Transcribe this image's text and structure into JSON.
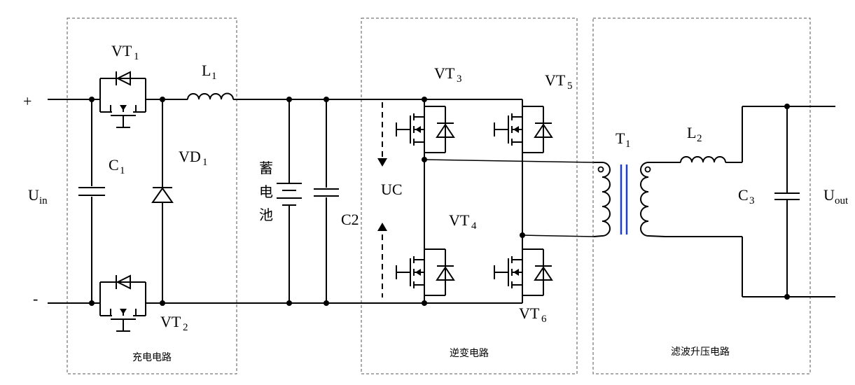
{
  "labels": {
    "plus": "+",
    "minus": "-",
    "uin_main": "U",
    "uin_sub": "in",
    "c1_main": "C",
    "c1_sub": "1",
    "vt1_main": "VT",
    "vt1_sub": "1",
    "vt2_main": "VT",
    "vt2_sub": "2",
    "l1_main": "L",
    "l1_sub": "1",
    "vd1_main": "VD",
    "vd1_sub": "1",
    "battery_1": "蓄",
    "battery_2": "电",
    "battery_3": "池",
    "c2": "C2",
    "uc": "UC",
    "vt3_main": "VT",
    "vt3_sub": "3",
    "vt4_main": "VT",
    "vt4_sub": "4",
    "vt5_main": "VT",
    "vt5_sub": "5",
    "vt6_main": "VT",
    "vt6_sub": "6",
    "t1_main": "T",
    "t1_sub": "1",
    "l2_main": "L",
    "l2_sub": "2",
    "c3_main": "C",
    "c3_sub": "3",
    "uout_main": "U",
    "uout_sub": "out"
  },
  "blocks": {
    "charging": "充电电路",
    "inverter": "逆变电路",
    "filter": "滤波升压电路"
  },
  "colors": {
    "wire": "#000000",
    "block_border": "#555555",
    "transformer_core": "#1f3fbf"
  }
}
